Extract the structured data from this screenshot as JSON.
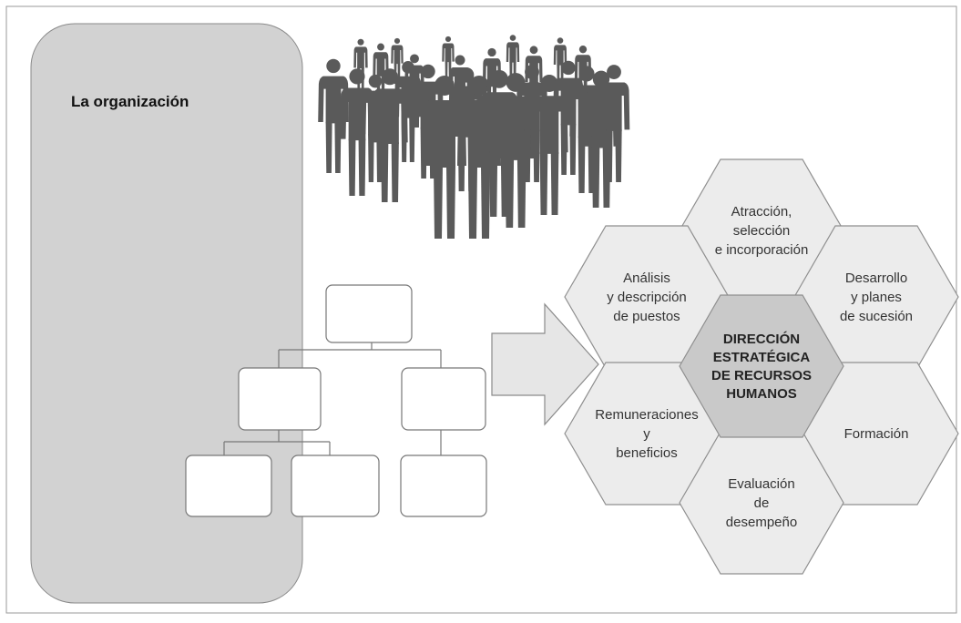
{
  "organization": {
    "title": "La organización"
  },
  "hexagons": {
    "center": [
      "DIRECCIÓN",
      "ESTRATÉGICA",
      "DE RECURSOS",
      "HUMANOS"
    ],
    "top": [
      "Atracción,",
      "selección",
      "e incorporación"
    ],
    "upper_left": [
      "Análisis",
      "y descripción",
      "de puestos"
    ],
    "upper_right": [
      "Desarrollo",
      "y planes",
      "de sucesión"
    ],
    "lower_left": [
      "Remuneraciones",
      "y",
      "beneficios"
    ],
    "lower_right": [
      "Formación"
    ],
    "bottom": [
      "Evaluación",
      "de",
      "desempeño"
    ]
  },
  "colors": {
    "org_panel": "#d2d2d2",
    "hex_fill": "#ececec",
    "hex_center": "#c9c9c9",
    "arrow_fill": "#e6e6e6",
    "people": "#5a5a5a"
  }
}
